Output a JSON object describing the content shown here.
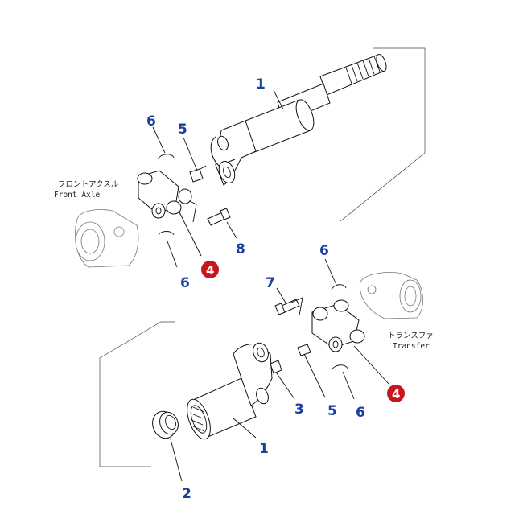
{
  "callouts": {
    "upper": {
      "n1": "1",
      "n4": "4",
      "n5": "5",
      "n6a": "6",
      "n6b": "6",
      "n8": "8"
    },
    "lower": {
      "n1": "1",
      "n2": "2",
      "n3": "3",
      "n4": "4",
      "n5": "5",
      "n6a": "6",
      "n6b": "6",
      "n7": "7"
    }
  },
  "labels": {
    "front_axle_jp": "フロントアクスル",
    "front_axle_en": "Front Axle",
    "transfer_jp": "トランスファ",
    "transfer_en": "Transfer"
  },
  "colors": {
    "callout_blue": "#1a3f9e",
    "callout_red": "#c8161d"
  }
}
